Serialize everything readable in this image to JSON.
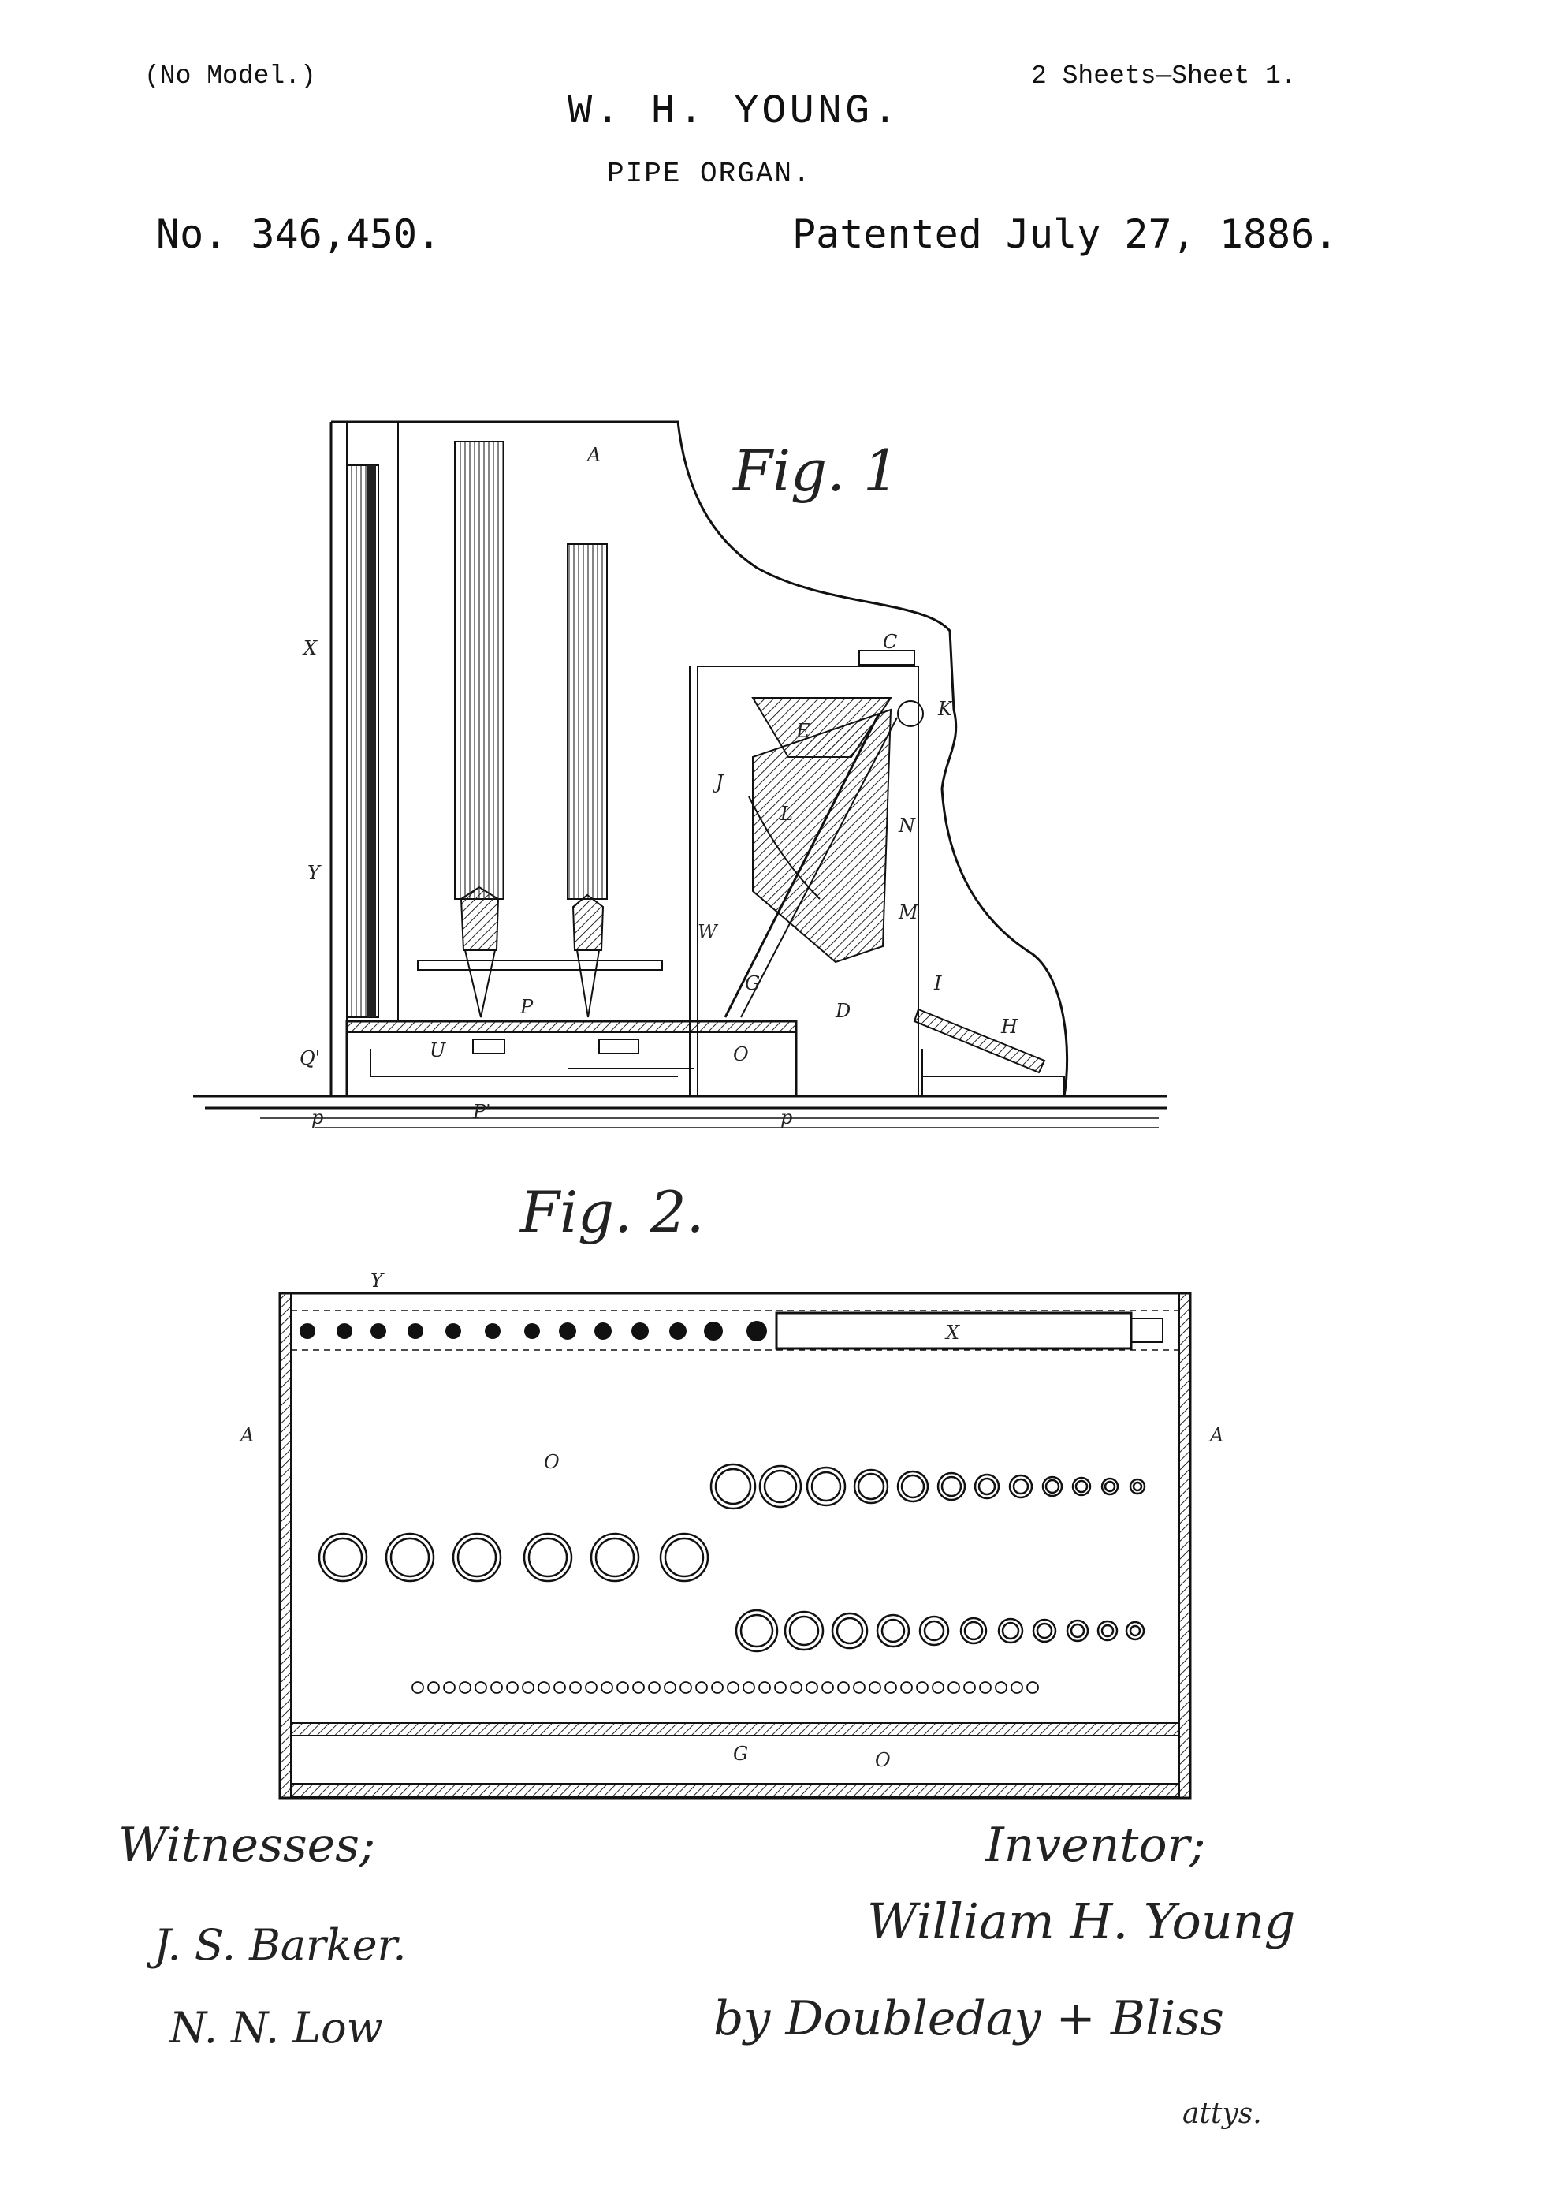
{
  "header": {
    "no_model": "(No Model.)",
    "sheet": "2 Sheets—Sheet 1.",
    "inventor_name": "W. H. YOUNG.",
    "title": "PIPE ORGAN.",
    "patent_no": "No. 346,450.",
    "patent_date": "Patented July 27, 1886."
  },
  "figures": {
    "fig1_label": "Fig. 1",
    "fig2_label": "Fig. 2.",
    "fig1_letters": [
      "A",
      "C",
      "K",
      "E",
      "J",
      "L",
      "N",
      "W",
      "M",
      "G",
      "D",
      "I",
      "H",
      "X",
      "Y",
      "Q'",
      "U",
      "P",
      "O",
      "p",
      "P'",
      "p"
    ],
    "fig2_letters": [
      "Y",
      "X",
      "A",
      "A",
      "O",
      "G",
      "O"
    ]
  },
  "signatures": {
    "witnesses_label": "Witnesses;",
    "witness_1": "J. S. Barker.",
    "witness_2": "N. N. Low",
    "inventor_label": "Inventor;",
    "inventor_signature": "William H. Young",
    "attorneys": "by Doubleday + Bliss",
    "attorneys_abbr": "attys."
  }
}
